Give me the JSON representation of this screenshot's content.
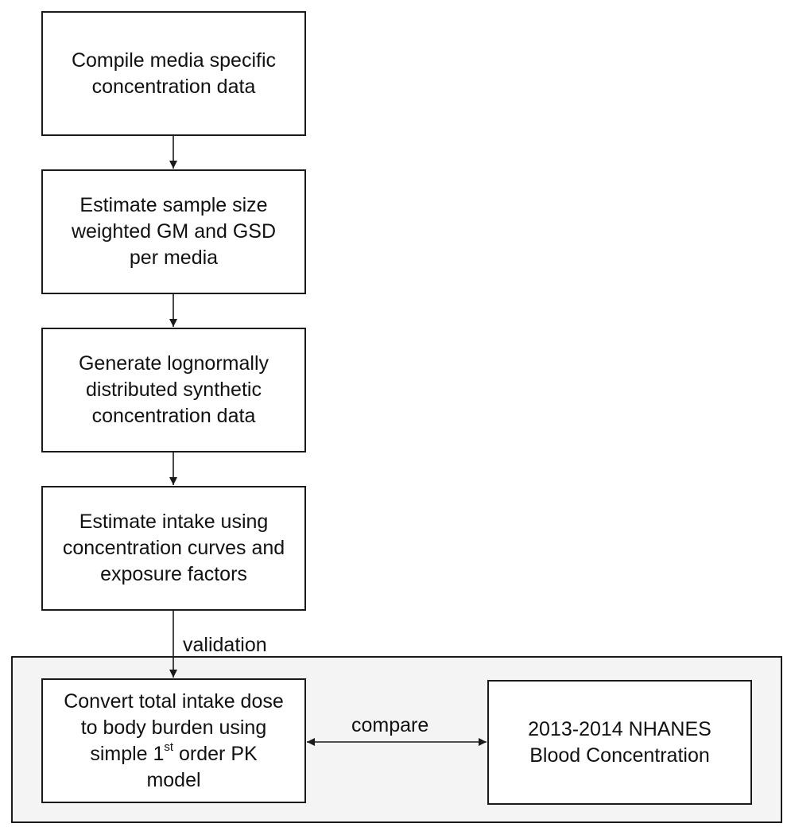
{
  "steps": [
    {
      "lines": [
        "Compile media specific",
        "concentration data"
      ]
    },
    {
      "lines": [
        "Estimate sample size",
        "weighted GM and GSD",
        "per media"
      ]
    },
    {
      "lines": [
        "Generate lognormally",
        "distributed synthetic",
        "concentration data"
      ]
    },
    {
      "lines": [
        "Estimate intake using",
        "concentration curves and",
        "exposure factors"
      ]
    }
  ],
  "convert_box": {
    "line1": "Convert total intake dose",
    "line2": "to body burden using",
    "line3_pre": "simple 1",
    "line3_sup": "st",
    "line3_post": " order PK",
    "line4": "model"
  },
  "nhanes_box": {
    "line1": "2013-2014 NHANES",
    "line2": "Blood Concentration"
  },
  "labels": {
    "validation": "validation",
    "compare": "compare"
  }
}
